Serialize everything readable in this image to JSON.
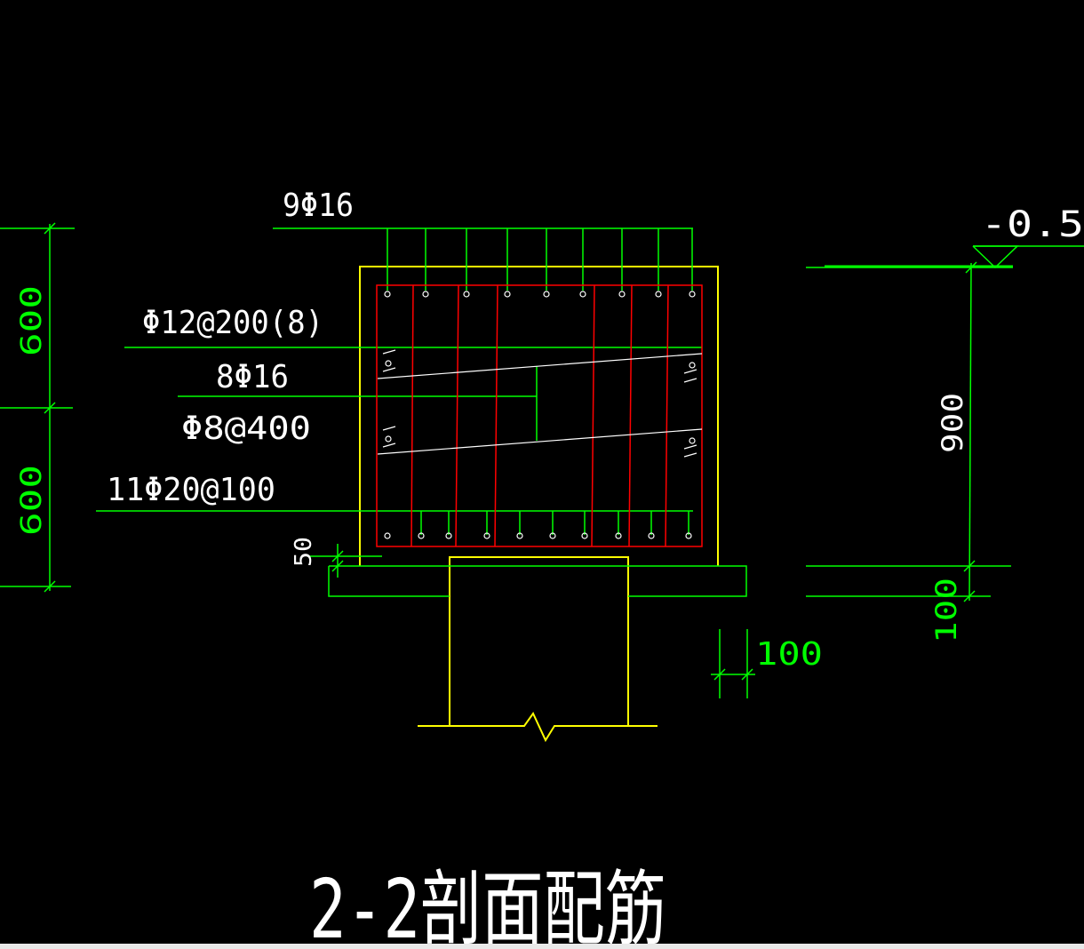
{
  "colors": {
    "background": "#000000",
    "rebar": "#ff0000",
    "concrete": "#ffff00",
    "dimension": "#00ff00",
    "text": "#ffffff",
    "status_strip": "#e9e9e9"
  },
  "labels": {
    "top_bars": "9Φ16",
    "stirrups": "Φ12@200(8)",
    "side_bars": "8Φ16",
    "ties": "Φ8@400",
    "bottom_bars": "11Φ20@100"
  },
  "dimensions": {
    "left_upper": "600",
    "left_lower": "600",
    "cover": "50",
    "height": "900",
    "bed": "100",
    "offset": "100",
    "elevation": "-0.5"
  },
  "title": "2-2剖面配筋"
}
